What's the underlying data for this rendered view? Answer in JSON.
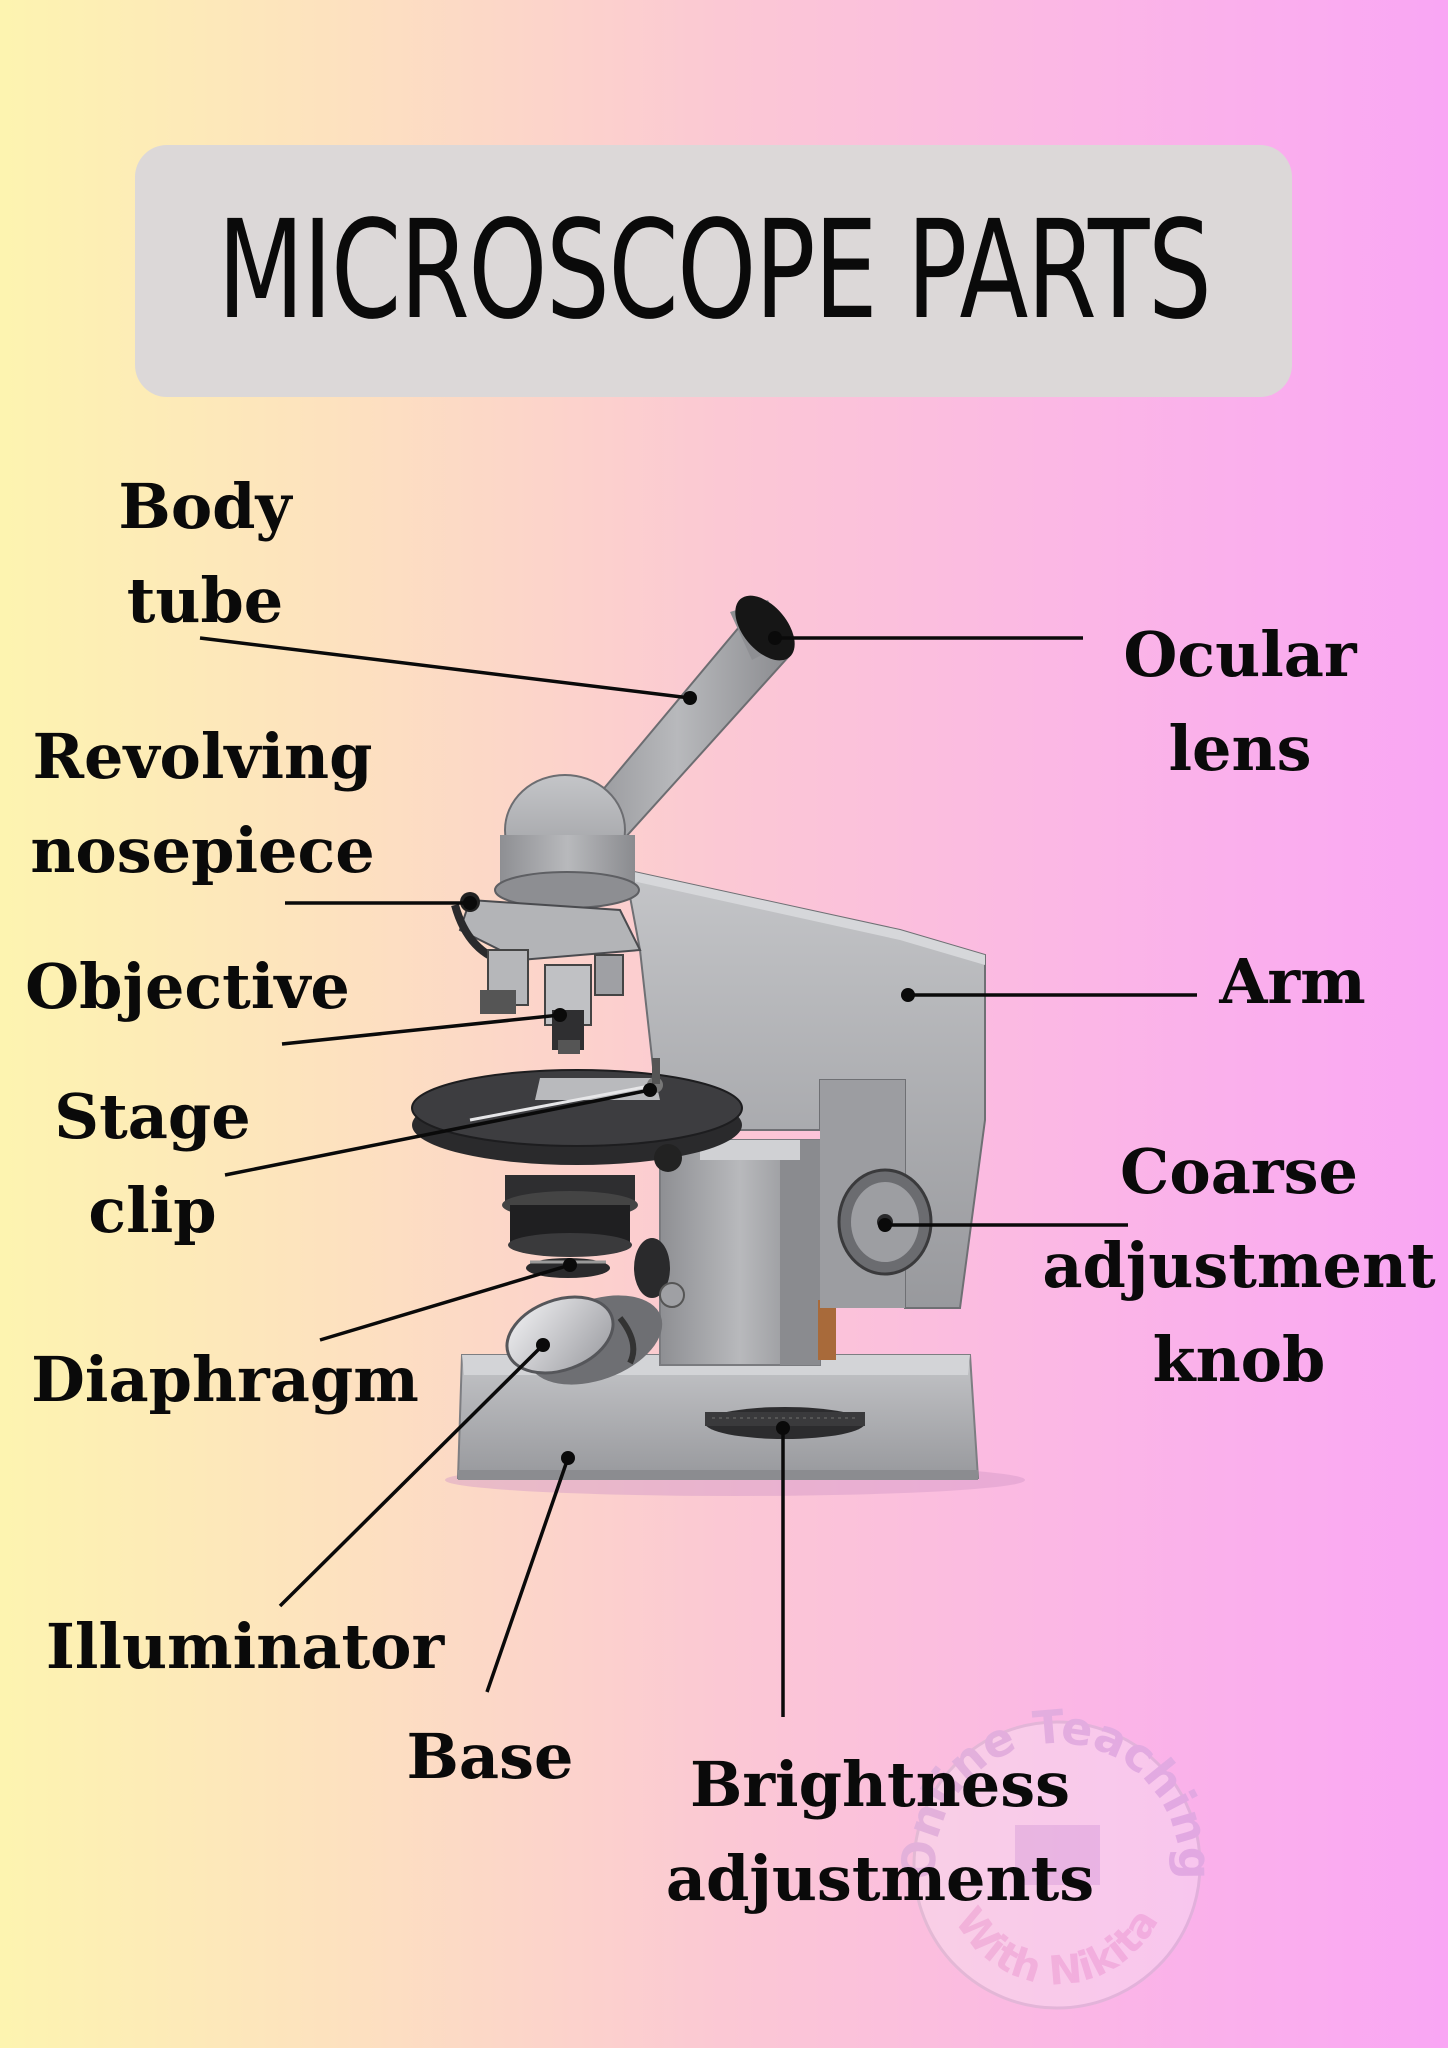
{
  "title": "MICROSCOPE PARTS",
  "labels": {
    "body_tube": [
      "Body",
      "tube"
    ],
    "revolving_nosepiece": [
      "Revolving",
      "nosepiece"
    ],
    "objective": [
      "Objective"
    ],
    "stage_clip": [
      "Stage",
      "clip"
    ],
    "diaphragm": [
      "Diaphragm"
    ],
    "illuminator": [
      "Illuminator"
    ],
    "base": [
      "Base"
    ],
    "ocular_lens": [
      "Ocular",
      "lens"
    ],
    "arm": [
      "Arm"
    ],
    "coarse_adjustment_knob": [
      "Coarse",
      "adjustment",
      "knob"
    ],
    "brightness_adjustments": [
      "Brightness",
      "adjustments"
    ]
  },
  "watermark": {
    "top": "Online Teaching",
    "bottom": "With Nikita"
  },
  "colors": {
    "gradient_left": "#fdf4b0",
    "gradient_right": "#f9a6f4",
    "title_box": "#dcd8d8",
    "microscope_body": "#a9aaad"
  }
}
